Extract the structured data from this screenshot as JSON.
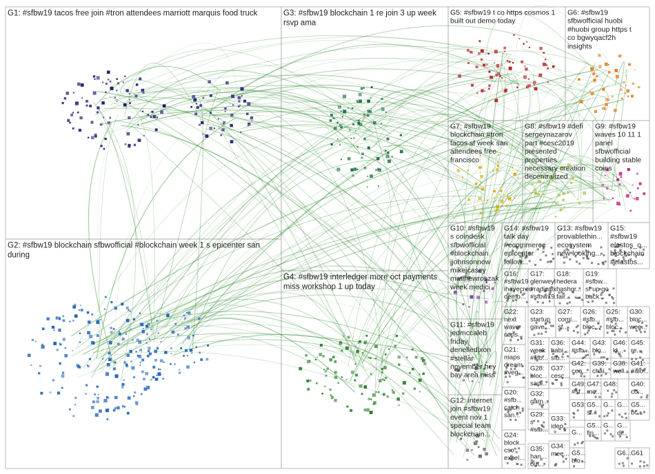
{
  "colors": {
    "edge": "#2e8b2e",
    "border": "#a9a9a9",
    "g1": "#1c1c6b",
    "g2": "#1f63b5",
    "g3": "#156b3a",
    "g4": "#2a7d2a",
    "g5": "#b0151b",
    "g6": "#e07b1a",
    "g7": "#d4a60a",
    "g8": "#a8c24a",
    "g9": "#c0267d",
    "g10": "#7a2fa0",
    "misc": "#5a5a5a"
  },
  "groups": [
    {
      "id": "g1",
      "lines": [
        "G1: #sfbw19 tacos free join #tron attendees marriott marquis food truck"
      ]
    },
    {
      "id": "g2",
      "lines": [
        "G2: #sfbw19 blockchain sfbwofficial #blockchain week 1 s epicenter san",
        "during"
      ]
    },
    {
      "id": "g3",
      "lines": [
        "G3: #sfbw19 blockchain 1 re join 3 up week",
        "rsvp ama"
      ]
    },
    {
      "id": "g4",
      "lines": [
        "G4: #sfbw19 interledger more oct payments",
        "miss workshop 1 up today"
      ]
    },
    {
      "id": "g5",
      "lines": [
        "G5: #sfbw19 t co https cosmos 1",
        "built out demo today"
      ]
    },
    {
      "id": "g6",
      "lines": [
        "G6: #sfbw19",
        "sfbwofficial huobi",
        "#huobi group https t",
        "co bgwyqacf2h",
        "insights"
      ]
    },
    {
      "id": "g7",
      "lines": [
        "G7: #sfbw19",
        "blockchain #tron",
        "tacos sf week san",
        "attendees free",
        "francisco"
      ]
    },
    {
      "id": "g8",
      "lines": [
        "G8: #sfbw19 #defi",
        "sergeynazarov",
        "part #cesc2019",
        "presented",
        "properties",
        "necessary creation",
        "decentralized"
      ]
    },
    {
      "id": "g9",
      "lines": [
        "G9: #sfbw19",
        "waves 10 11 1",
        "panel",
        "sfbwofficial",
        "building stable",
        "coins"
      ]
    },
    {
      "id": "g10",
      "lines": [
        "G10: #sfbw19",
        "s coindesk",
        "sfbwofficial",
        "#blockchain",
        "jjohnsonnow",
        "mikejcasey",
        "matthewroszak",
        "week medici"
      ]
    },
    {
      "id": "g11",
      "lines": [
        "G11: #sfbw19",
        "jedmccaleb",
        "friday",
        "denelledixon",
        "#stellar",
        "november hey",
        "bay area miss"
      ]
    },
    {
      "id": "g12",
      "lines": [
        "G12: internet",
        "join #sfbw19",
        "event nov 1",
        "special team",
        "blockchain..."
      ]
    },
    {
      "id": "g13",
      "lines": [
        "G13: #sfbw19",
        "provablethin...",
        "ecosystem",
        "new looking..."
      ]
    },
    {
      "id": "g14",
      "lines": [
        "G14: #sfbw19",
        "talk day",
        "#ecommerce",
        "epicenter",
        "follow..."
      ]
    },
    {
      "id": "g15",
      "lines": [
        "G15:",
        "#sfbw19",
        "elastos_o...",
        "blockchain",
        "#elastos..."
      ]
    },
    {
      "id": "g16",
      "lines": [
        "G16:",
        "#sfbw19",
        "ihavecred",
        "demo..."
      ]
    },
    {
      "id": "g17",
      "lines": [
        "G17:",
        "glenweyl",
        "#radicalx...",
        "#sfbw19..."
      ]
    },
    {
      "id": "g18",
      "lines": [
        "G18:",
        "hedera",
        "hashgr...",
        "fair..."
      ]
    },
    {
      "id": "g19",
      "lines": [
        "G19:",
        "#sfbw...",
        "sf up go",
        "back..."
      ]
    },
    {
      "id": "g20",
      "lines": [
        "G20:",
        "#sfb...",
        "catch",
        "san..."
      ]
    },
    {
      "id": "g21",
      "lines": [
        "G21:",
        "maps",
        "dream",
        "#veg..."
      ]
    },
    {
      "id": "g22",
      "lines": [
        "G22:",
        "next",
        "wave",
        "cons..."
      ]
    },
    {
      "id": "g23",
      "lines": [
        "G23:",
        "startup",
        "gave..."
      ]
    },
    {
      "id": "g24",
      "lines": [
        "G24:",
        "block...",
        "cso",
        "excel..."
      ]
    },
    {
      "id": "g25",
      "lines": [
        "G25:",
        "#sfb...",
        "bloc..."
      ]
    },
    {
      "id": "g26",
      "lines": [
        "G26:",
        "#sfb...",
        "bloc..."
      ]
    },
    {
      "id": "g27",
      "lines": [
        "G27:",
        "comi...",
        "sf..."
      ]
    },
    {
      "id": "g28",
      "lines": [
        "G28:",
        "bloc...",
        "san..."
      ]
    },
    {
      "id": "g29",
      "lines": [
        "G29:",
        "s",
        "#sfb..."
      ]
    },
    {
      "id": "g30",
      "lines": [
        "G30:",
        "bloc...",
        "wee..."
      ]
    },
    {
      "id": "g31",
      "lines": [
        "G31:",
        "week",
        "#sfb..."
      ]
    },
    {
      "id": "g32",
      "lines": [
        "G32:",
        "gam..."
      ]
    },
    {
      "id": "g33",
      "lines": [
        "G33:",
        "ideo..."
      ]
    },
    {
      "id": "g34",
      "lines": [
        "G34:",
        "mee..."
      ]
    },
    {
      "id": "g35",
      "lines": [
        "G35:",
        "han...",
        "out..."
      ]
    },
    {
      "id": "g36",
      "lines": [
        "G36:",
        "habi...",
        "sfb..."
      ]
    },
    {
      "id": "g37",
      "lines": [
        "G37:",
        "cesc..."
      ]
    },
    {
      "id": "g38",
      "lines": [
        "G38:",
        "well..."
      ]
    },
    {
      "id": "g39",
      "lines": [
        "G39:",
        "chai..."
      ]
    },
    {
      "id": "g40",
      "lines": [
        "G40:",
        "co..."
      ]
    },
    {
      "id": "g41",
      "lines": [
        "G41:",
        "#aio..."
      ]
    },
    {
      "id": "g42",
      "lines": [
        "G42:",
        "ceo..."
      ]
    },
    {
      "id": "g43",
      "lines": [
        "G43:",
        "blo..."
      ]
    },
    {
      "id": "g44",
      "lines": [
        "G44:",
        "#sfb..."
      ]
    },
    {
      "id": "g45",
      "lines": [
        "G45:",
        "re..."
      ]
    },
    {
      "id": "g46",
      "lines": [
        "G46:",
        "kl..."
      ]
    },
    {
      "id": "g47",
      "lines": [
        "G47:",
        "mo..."
      ]
    },
    {
      "id": "g48",
      "lines": [
        "G48:"
      ]
    },
    {
      "id": "g49",
      "lines": [
        "G49:",
        "#sf..."
      ]
    },
    {
      "id": "g50",
      "lines": [
        "G5...",
        "sf..."
      ]
    },
    {
      "id": "g51",
      "lines": [
        "G5...",
        "bi..."
      ]
    },
    {
      "id": "g52",
      "lines": [
        "G5...",
        "fin..."
      ]
    },
    {
      "id": "g53",
      "lines": [
        "G53:"
      ]
    },
    {
      "id": "g54",
      "lines": [
        "G..."
      ]
    },
    {
      "id": "g55",
      "lines": [
        "G..."
      ]
    },
    {
      "id": "g56",
      "lines": [
        "G...",
        "di..."
      ]
    },
    {
      "id": "g57",
      "lines": [
        "G5...",
        "blo..."
      ]
    },
    {
      "id": "g58",
      "lines": [
        "G..."
      ]
    },
    {
      "id": "g59",
      "lines": [
        "G..."
      ]
    },
    {
      "id": "g60",
      "lines": [
        "G6..."
      ]
    },
    {
      "id": "g61",
      "lines": [
        "G61"
      ]
    }
  ]
}
